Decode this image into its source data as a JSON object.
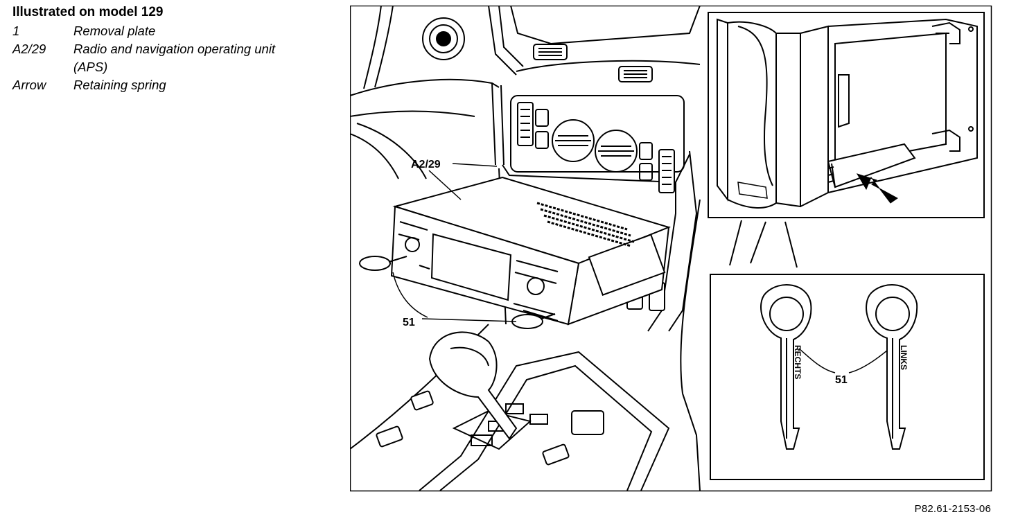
{
  "legend": {
    "title": "Illustrated on model 129",
    "items": [
      {
        "key": "1",
        "description": "Removal plate"
      },
      {
        "key": "A2/29",
        "description": "Radio and navigation operating unit (APS)"
      },
      {
        "key": "Arrow",
        "description": "Retaining spring"
      }
    ]
  },
  "callouts": {
    "unit": "A2/29",
    "tool_main": "51",
    "tool_detail": "51"
  },
  "tool_labels": {
    "right": "RECHTS",
    "left": "LINKS"
  },
  "figure_code": "P82.61-2153-06"
}
